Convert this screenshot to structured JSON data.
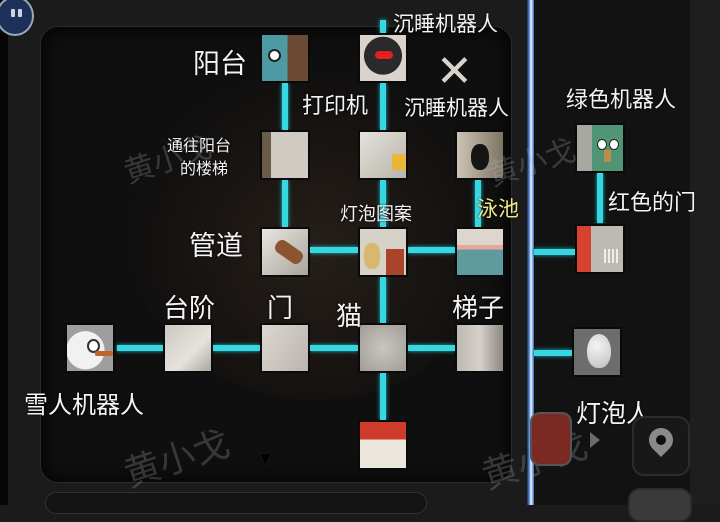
{
  "map": {
    "labels": {
      "balcony": "阳台",
      "printer": "打印机",
      "sleeping_robot_top": "沉睡机器人",
      "sleeping_robot": "沉睡机器人",
      "stairs_to_balcony_line1": "通往阳台",
      "stairs_to_balcony_line2": "的楼梯",
      "bulb_pattern": "灯泡图案",
      "pool": "泳池",
      "pipe": "管道",
      "steps": "台阶",
      "door": "门",
      "cat": "猫",
      "ladder": "梯子",
      "snowman_robot": "雪人机器人",
      "green_robot": "绿色机器人",
      "red_door": "红色的门",
      "bulb_man": "灯泡人"
    },
    "colors": {
      "connector": "#36d7e0",
      "pool_label": "#f0e68c",
      "divider": "#4f8ee8"
    },
    "watermark": "黄小戈"
  },
  "controls": {
    "expand_arrow": "▼",
    "location_icon": "location-pin"
  }
}
